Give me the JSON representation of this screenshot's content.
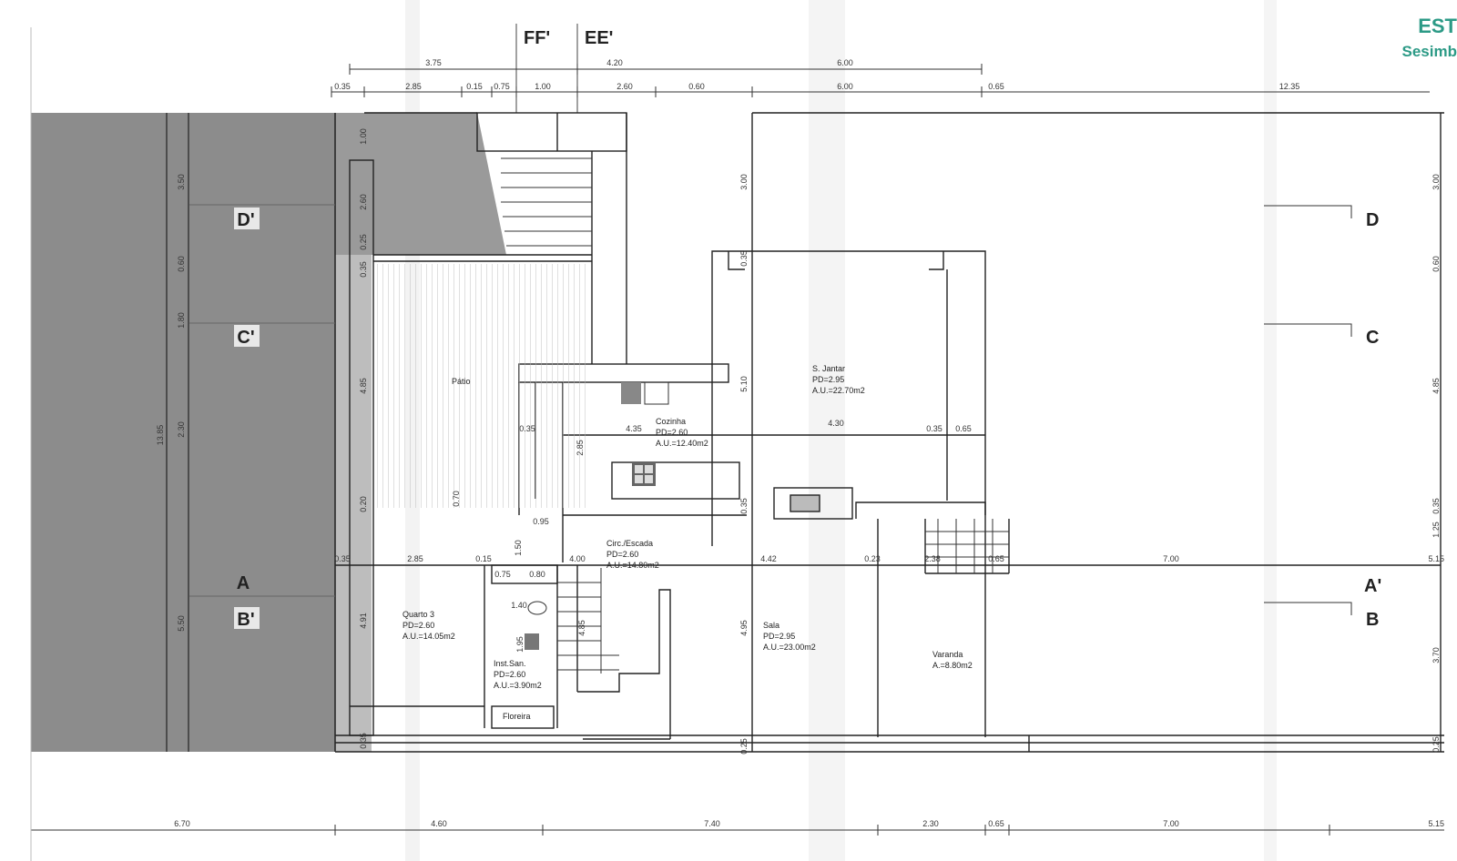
{
  "brand": {
    "line1": "EST",
    "line2": "Sesimb",
    "color": "#2c9a86"
  },
  "section_cuts": {
    "top": [
      "FF'",
      "EE'"
    ],
    "left": [
      "D'",
      "C'",
      "A",
      "B'"
    ],
    "right": [
      "D",
      "C",
      "A'",
      "B"
    ]
  },
  "dimensions": {
    "top_row1": [
      "3.75",
      "4.20",
      "6.00"
    ],
    "top_row2": [
      "0.35",
      "2.85",
      "0.15",
      "0.75",
      "1.00",
      "2.60",
      "0.60",
      "6.00",
      "0.65",
      "12.35"
    ],
    "bottom": [
      "6.70",
      "4.60",
      "7.40",
      "2.30",
      "0.65",
      "7.00",
      "5.15"
    ],
    "left_verticals": [
      "3.50",
      "0.60",
      "1.80",
      "2.30",
      "5.50",
      "13.85"
    ],
    "wall_verticals": [
      "1.00",
      "2.60",
      "0.25",
      "0.35",
      "4.85",
      "0.20",
      "4.91",
      "0.35"
    ],
    "right_verticals": [
      "3.00",
      "0.60",
      "4.85",
      "1.25",
      "0.35",
      "3.70",
      "0.25"
    ],
    "middle_verticals": [
      "3.00",
      "0.35",
      "5.10",
      "0.35",
      "4.95",
      "0.25",
      "2.85",
      "0.70",
      "1.50",
      "1.40",
      "1.95",
      "4.85"
    ],
    "row_a": [
      "0.35",
      "2.85",
      "0.15",
      "4.00",
      "4.42",
      "0.23",
      "2.38",
      "0.65",
      "7.00",
      "5.15"
    ],
    "inner": [
      "0.35",
      "4.35",
      "4.30",
      "0.35",
      "0.65",
      "0.95",
      "0.75",
      "0.80"
    ]
  },
  "rooms": [
    {
      "name": "Pátio"
    },
    {
      "name": "Cozinha",
      "pd": "PD=2.60",
      "au": "A.U.=12.40m2"
    },
    {
      "name": "S. Jantar",
      "pd": "PD=2.95",
      "au": "A.U.=22.70m2"
    },
    {
      "name": "Circ./Escada",
      "pd": "PD=2.60",
      "au": "A.U.=14.80m2"
    },
    {
      "name": "Quarto 3",
      "pd": "PD=2.60",
      "au": "A.U.=14.05m2"
    },
    {
      "name": "Inst.San.",
      "pd": "PD=2.60",
      "au": "A.U.=3.90m2"
    },
    {
      "name": "Floreira"
    },
    {
      "name": "Sala",
      "pd": "PD=2.95",
      "au": "A.U.=23.00m2"
    },
    {
      "name": "Varanda",
      "au": "A.=8.80m2"
    }
  ],
  "colors": {
    "shade": "#8c8c8c",
    "patio": "#dcdcdc",
    "line": "#222222"
  }
}
